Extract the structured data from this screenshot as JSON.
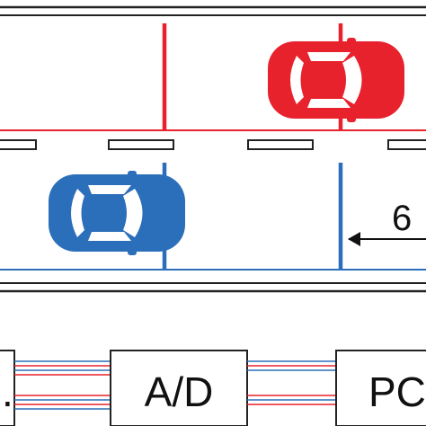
{
  "colors": {
    "red": "#e8222c",
    "blue": "#2b6fba",
    "outline": "#222222",
    "background": "#ffffff"
  },
  "road": {
    "upper_lane": {
      "car_color": "red",
      "direction": "left-to-right"
    },
    "lower_lane": {
      "car_color": "blue",
      "direction": "left-to-right"
    },
    "lane_divider": "dashed-rectangles",
    "distance_marker": {
      "label": "6",
      "arrow": "left-arrow-icon"
    }
  },
  "blocks": {
    "left_partial": {
      "label": "."
    },
    "converter": {
      "label": "A/D"
    },
    "computer": {
      "label": "PC"
    }
  },
  "wires": {
    "colors": [
      "blue",
      "red"
    ]
  }
}
